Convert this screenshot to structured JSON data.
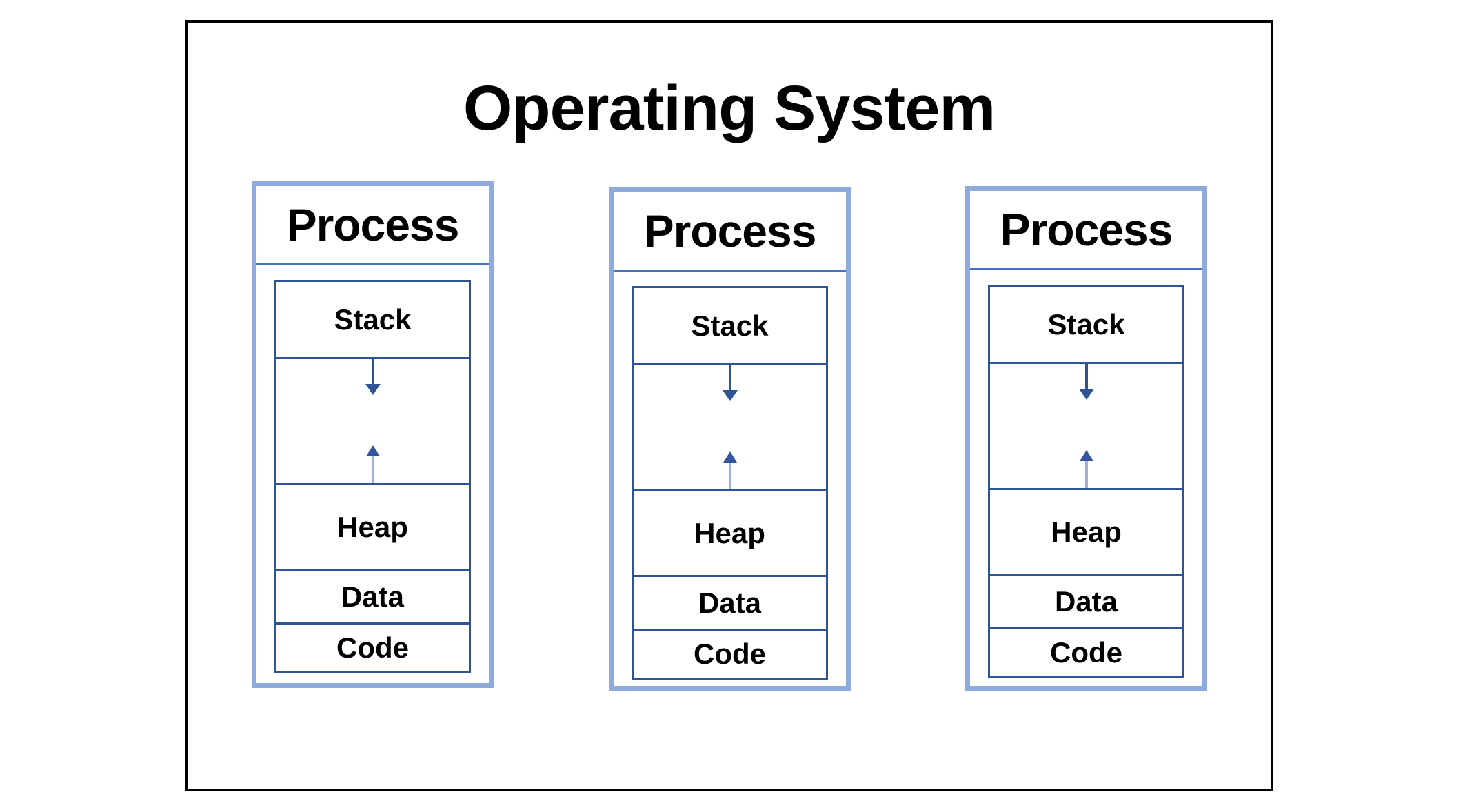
{
  "title": "Operating System",
  "processes": [
    {
      "label": "Process",
      "sections": {
        "stack": "Stack",
        "heap": "Heap",
        "data": "Data",
        "code": "Code"
      }
    },
    {
      "label": "Process",
      "sections": {
        "stack": "Stack",
        "heap": "Heap",
        "data": "Data",
        "code": "Code"
      }
    },
    {
      "label": "Process",
      "sections": {
        "stack": "Stack",
        "heap": "Heap",
        "data": "Data",
        "code": "Code"
      }
    }
  ],
  "colors": {
    "page_bg": "#ffffff",
    "frame_border": "#000000",
    "text": "#000000",
    "process_border_light": "#8FAADC",
    "header_rule": "#4472C4",
    "memory_border_dark": "#2F5496",
    "arrow_down": "#2F5496",
    "arrow_up_head": "#34569E",
    "arrow_up_stem": "#9EB1DC"
  }
}
